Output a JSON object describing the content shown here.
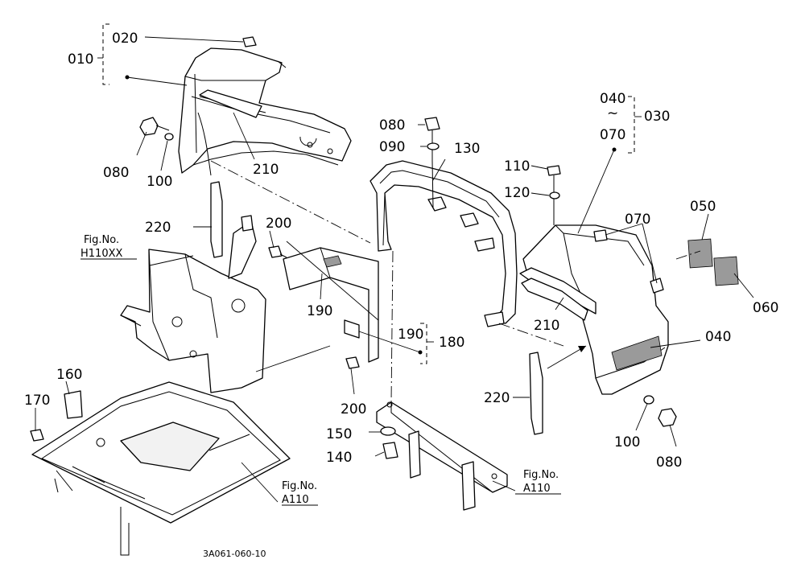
{
  "labels": {
    "p010": "010",
    "p020": "020",
    "p080a": "080",
    "p100a": "100",
    "p210a": "210",
    "p220a": "220",
    "p200a": "200",
    "p190a": "190",
    "p080b": "080",
    "p090": "090",
    "p130": "130",
    "p110": "110",
    "p120": "120",
    "p040a": "040",
    "p070a": "070",
    "p030": "030",
    "tilde": "~",
    "p070b": "070",
    "p050": "050",
    "p060": "060",
    "p210b": "210",
    "p040b": "040",
    "p190b": "190",
    "p180": "180",
    "p200b": "200",
    "p220b": "220",
    "p100b": "100",
    "p080c": "080",
    "p150": "150",
    "p140": "140",
    "p160": "160",
    "p170": "170"
  },
  "refs": {
    "fig_h110_title": "Fig.No.",
    "fig_h110_code": "H110XX",
    "fig_a110_left_title": "Fig.No.",
    "fig_a110_left_code": "A110",
    "fig_a110_right_title": "Fig.No.",
    "fig_a110_right_code": "A110"
  },
  "drawing_code": "3A061-060-10"
}
